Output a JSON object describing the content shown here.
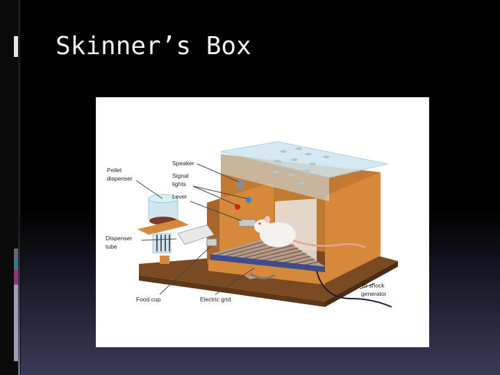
{
  "slide": {
    "title": "Skinner’s Box"
  },
  "diagram": {
    "labels": {
      "speaker": "Speaker",
      "pellet_dispenser_1": "Pellet",
      "pellet_dispenser_2": "dispenser",
      "signal_lights_1": "Signal",
      "signal_lights_2": "lights",
      "lever": "Lever",
      "dispenser_tube_1": "Dispenser",
      "dispenser_tube_2": "tube",
      "food_cup": "Food cup",
      "electric_grid": "Electric grid",
      "shock_generator_1": "To shock",
      "shock_generator_2": "generator"
    },
    "colors": {
      "wood": "#d6893a",
      "wood_dark": "#a9652a",
      "base": "#7a4a22",
      "glass": "#cfe6f0",
      "signal_red": "#d61f1f",
      "signal_blue": "#3b7fc4"
    }
  }
}
